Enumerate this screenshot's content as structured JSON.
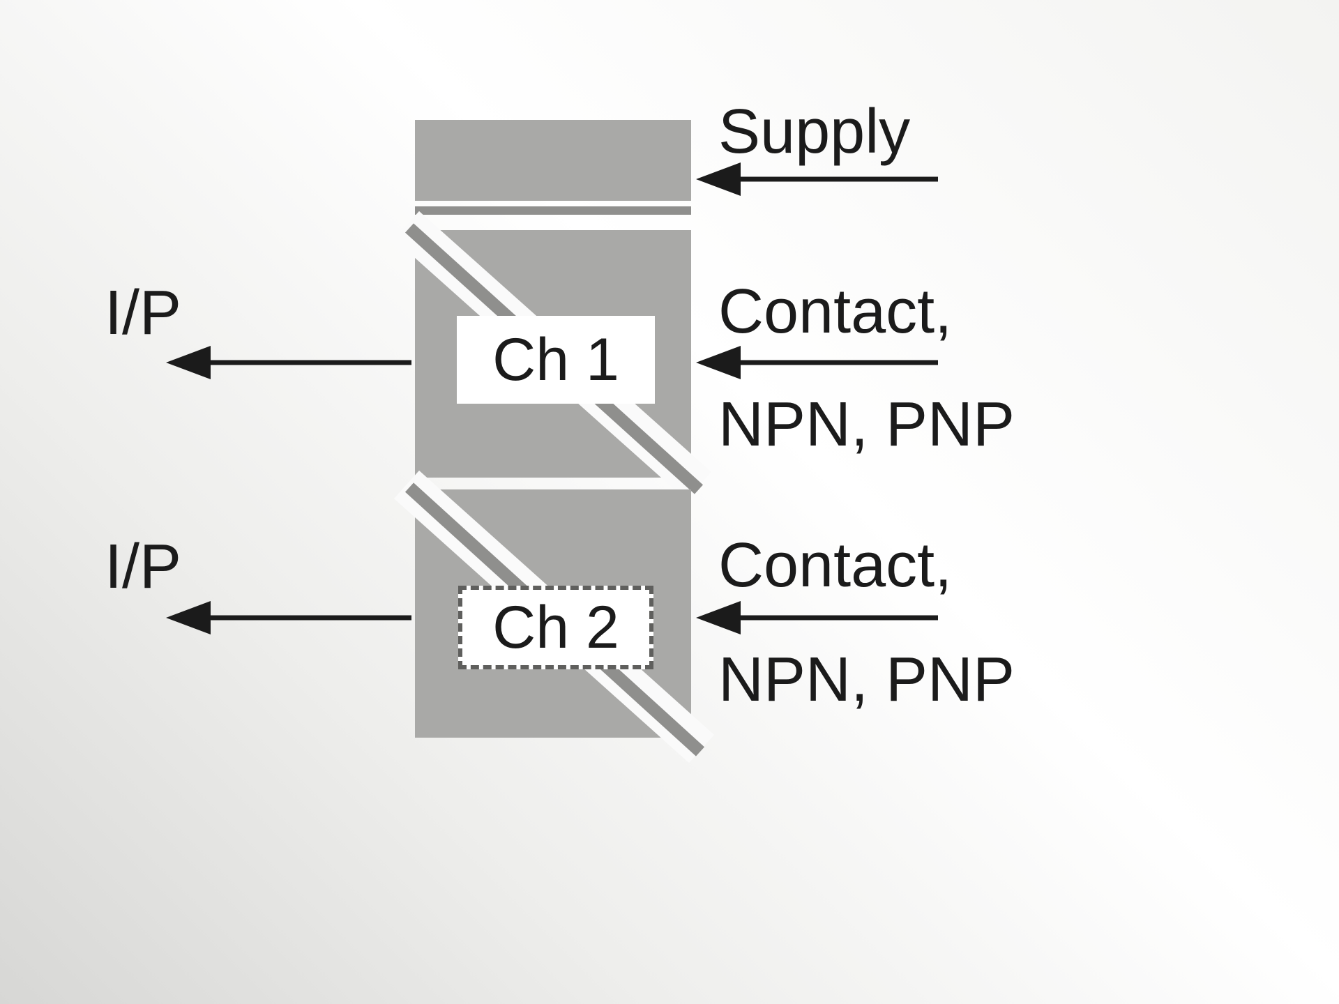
{
  "diagram": {
    "supply": {
      "label": "Supply"
    },
    "channels": [
      {
        "box_label": "Ch 1",
        "output_label": "I/P",
        "input_label_line1": "Contact,",
        "input_label_line2": "NPN, PNP",
        "box_border": "solid"
      },
      {
        "box_label": "Ch 2",
        "output_label": "I/P",
        "input_label_line1": "Contact,",
        "input_label_line2": "NPN, PNP",
        "box_border": "dashed"
      }
    ],
    "colors": {
      "block_gray": "#a9a9a7",
      "stripe_gray": "#8f8f8d",
      "gap_white": "#fafafa",
      "line_black": "#1b1b1b"
    }
  }
}
